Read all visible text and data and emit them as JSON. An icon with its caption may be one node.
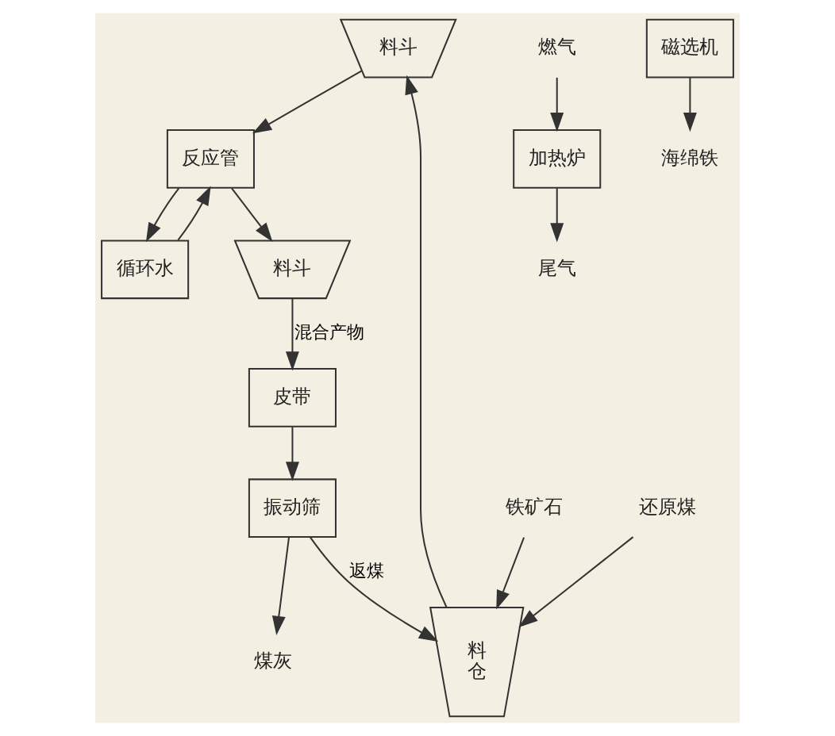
{
  "diagram": {
    "nodes": [
      {
        "text": [
          "料斗"
        ]
      },
      {
        "text": [
          "反应管"
        ]
      },
      {
        "text": [
          "加热炉"
        ]
      },
      {
        "text": [
          "尾气"
        ]
      },
      {
        "text": [
          "燃气"
        ]
      },
      {
        "text": [
          "循环水"
        ]
      },
      {
        "text": [
          "料斗"
        ]
      },
      {
        "text": [
          "皮带"
        ]
      },
      {
        "text": [
          "磁选机"
        ]
      },
      {
        "text": [
          "海绵铁"
        ]
      },
      {
        "text": [
          "振动筛"
        ]
      },
      {
        "text": [
          "煤灰"
        ]
      },
      {
        "text": [
          "料",
          "仓"
        ]
      },
      {
        "text": [
          "铁矿石"
        ]
      },
      {
        "text": [
          "还原煤"
        ]
      }
    ],
    "edges": [
      {
        "from": 0,
        "to": 1,
        "arrow": "to"
      },
      {
        "from": 2,
        "to": 3,
        "arrow": "to"
      },
      {
        "from": 4,
        "to": 2,
        "arrow": "to"
      },
      {
        "from": 1,
        "to": 5,
        "arrow": "to"
      },
      {
        "from": 5,
        "to": 1,
        "arrow": "to"
      },
      {
        "from": 1,
        "to": 6,
        "arrow": "to"
      },
      {
        "from": 6,
        "to": 7,
        "arrow": "to",
        "label": "混合产物"
      },
      {
        "from": 7,
        "to": 10,
        "arrow": "to"
      },
      {
        "from": 8,
        "to": 9,
        "arrow": "to"
      },
      {
        "from": 10,
        "to": 11,
        "arrow": "to"
      },
      {
        "from": 10,
        "to": 12,
        "arrow": "to",
        "label": "返煤"
      },
      {
        "from": 13,
        "to": 12,
        "arrow": "to"
      },
      {
        "from": 14,
        "to": 12,
        "arrow": "to"
      },
      {
        "from": 12,
        "to": 0,
        "arrow": "to"
      }
    ]
  }
}
